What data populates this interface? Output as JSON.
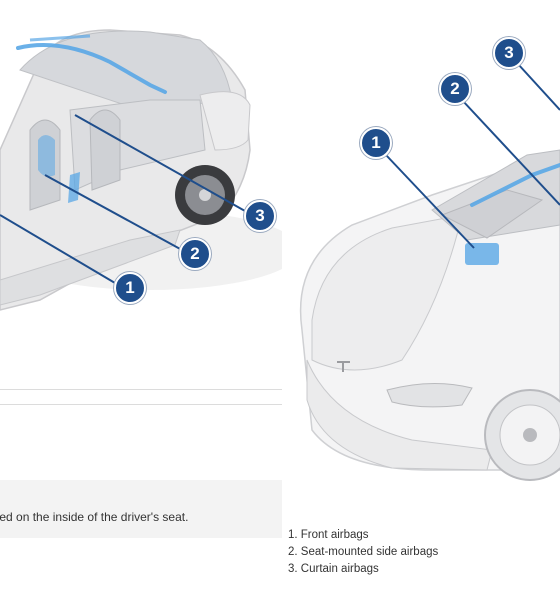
{
  "left_figure": {
    "markers": [
      {
        "label": "1"
      },
      {
        "label": "2"
      },
      {
        "label": "3"
      }
    ],
    "note_text": "Mounted on the inside of the driver's seat."
  },
  "right_figure": {
    "markers": [
      {
        "label": "1"
      },
      {
        "label": "2"
      },
      {
        "label": "3"
      }
    ],
    "legend": [
      "1. Front airbags",
      "2. Seat-mounted side airbags",
      "3. Curtain airbags"
    ]
  },
  "colors": {
    "marker_fill": "#1f4e8c",
    "airbag_highlight": "#5aa7e6",
    "note_background": "#f3f3f3"
  }
}
